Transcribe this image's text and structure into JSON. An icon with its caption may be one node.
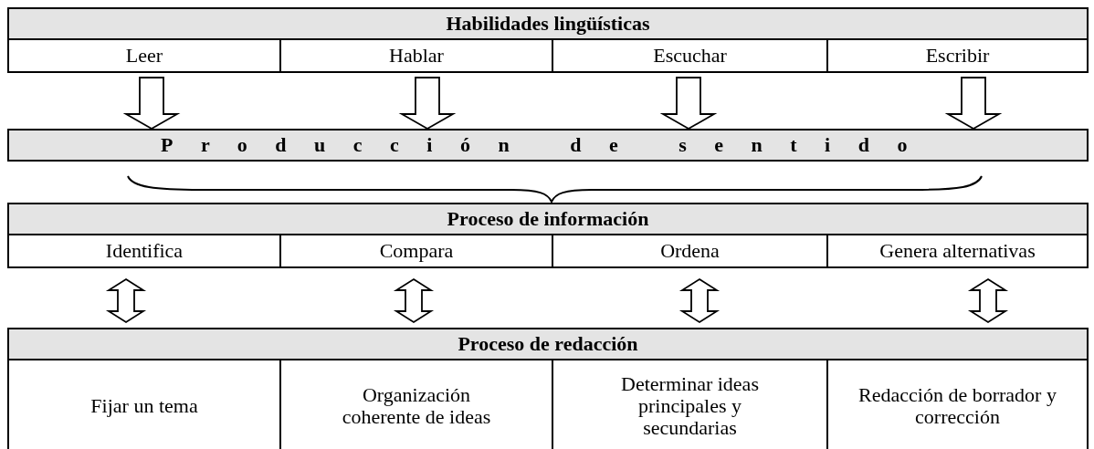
{
  "diagram": {
    "nodes": [
      {
        "text": [
          "Habilidades lingüísticas"
        ]
      },
      {
        "text": [
          "Leer"
        ]
      },
      {
        "text": [
          "Hablar"
        ]
      },
      {
        "text": [
          "Escuchar"
        ]
      },
      {
        "text": [
          "Escribir"
        ]
      },
      {
        "text": [
          "Producción de sentido"
        ]
      },
      {
        "text": [
          "Proceso de información"
        ]
      },
      {
        "text": [
          "Identifica"
        ]
      },
      {
        "text": [
          "Compara"
        ]
      },
      {
        "text": [
          "Ordena"
        ]
      },
      {
        "text": [
          "Genera alternativas"
        ]
      },
      {
        "text": [
          "Proceso de redacción"
        ]
      },
      {
        "text": [
          "Fijar un tema"
        ]
      },
      {
        "text": [
          "Organización coherente de ideas"
        ]
      },
      {
        "text": [
          "Determinar ideas principales y secundarias"
        ]
      },
      {
        "text": [
          "Redacción de borrador y corrección"
        ]
      }
    ],
    "edges": [
      {
        "from": 1,
        "to": 5,
        "arrow": "to"
      },
      {
        "from": 2,
        "to": 5,
        "arrow": "to"
      },
      {
        "from": 3,
        "to": 5,
        "arrow": "to"
      },
      {
        "from": 4,
        "to": 5,
        "arrow": "to"
      },
      {
        "from": 7,
        "to": 11,
        "arrow": "both"
      },
      {
        "from": 8,
        "to": 11,
        "arrow": "both"
      },
      {
        "from": 9,
        "to": 11,
        "arrow": "both"
      },
      {
        "from": 10,
        "to": 11,
        "arrow": "both"
      }
    ]
  }
}
